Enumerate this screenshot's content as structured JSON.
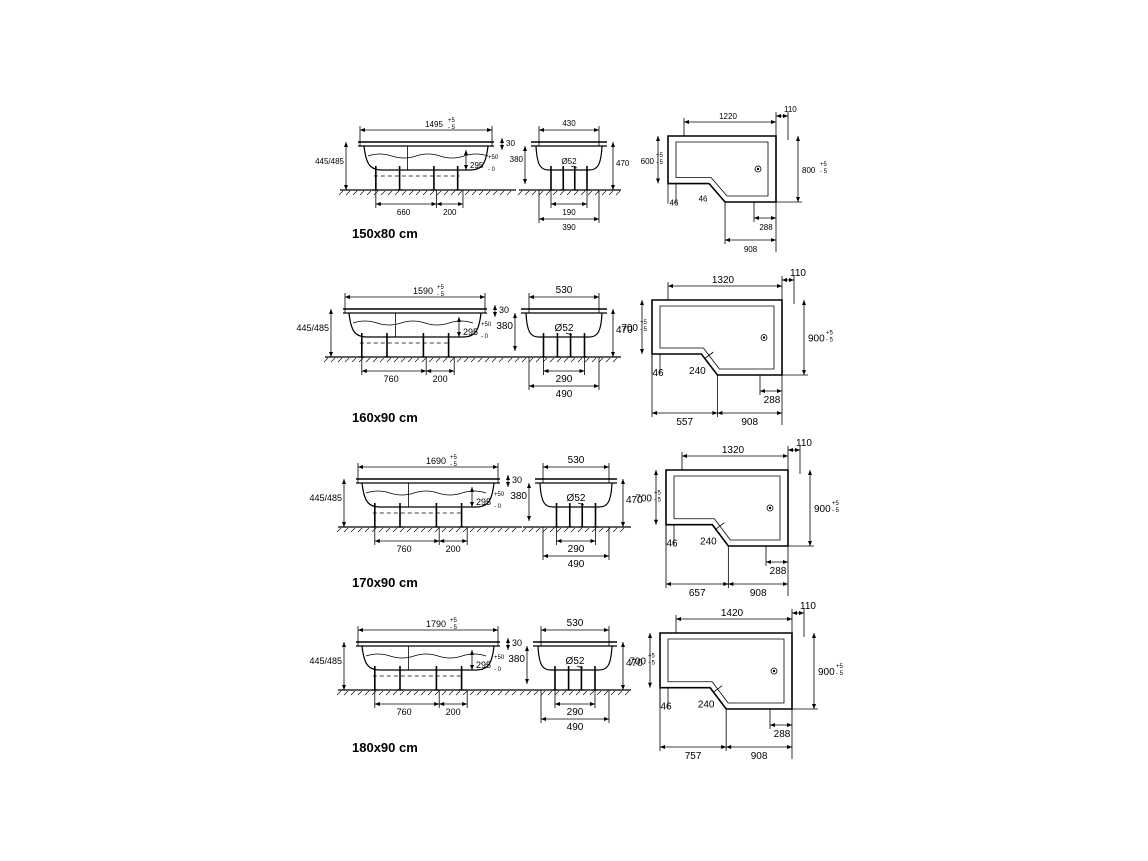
{
  "rows": [
    {
      "title": "150x80 cm",
      "side": {
        "length": "1495",
        "length_tol_top": "+5",
        "length_tol_bot": "- 5",
        "rim": "30",
        "height": "445/485",
        "adjust": "295",
        "adjust_tol_top": "+50",
        "adjust_tol_bot": "- 0",
        "leg_a": "660",
        "leg_b": "200"
      },
      "front": {
        "width": "430",
        "inner": "380",
        "outer": "470",
        "drain": "Ø52",
        "leg_w": "190",
        "base_w": "390"
      },
      "plan": {
        "top": "1220",
        "right_top": "110",
        "left": "600",
        "left_tol_top": "+5",
        "left_tol_bot": "- 5",
        "right": "800",
        "right_tol_top": "+5",
        "right_tol_bot": "- 5",
        "d46a": "46",
        "d46b": "46",
        "step": "",
        "d288": "288",
        "d_left": "",
        "d908": "908"
      }
    },
    {
      "title": "160x90 cm",
      "side": {
        "length": "1590",
        "length_tol_top": "+5",
        "length_tol_bot": "- 5",
        "rim": "30",
        "height": "445/485",
        "adjust": "295",
        "adjust_tol_top": "+50",
        "adjust_tol_bot": "- 0",
        "leg_a": "760",
        "leg_b": "200"
      },
      "front": {
        "width": "530",
        "inner": "380",
        "outer": "470",
        "drain": "Ø52",
        "leg_w": "290",
        "base_w": "490"
      },
      "plan": {
        "top": "1320",
        "right_top": "110",
        "left": "700",
        "left_tol_top": "+5",
        "left_tol_bot": "- 5",
        "right": "900",
        "right_tol_top": "+5",
        "right_tol_bot": "- 5",
        "d46a": "46",
        "d46b": "",
        "step": "240",
        "d288": "288",
        "d_left": "557",
        "d908": "908"
      }
    },
    {
      "title": "170x90 cm",
      "side": {
        "length": "1690",
        "length_tol_top": "+5",
        "length_tol_bot": "- 5",
        "rim": "30",
        "height": "445/485",
        "adjust": "295",
        "adjust_tol_top": "+50",
        "adjust_tol_bot": "- 0",
        "leg_a": "760",
        "leg_b": "200"
      },
      "front": {
        "width": "530",
        "inner": "380",
        "outer": "470",
        "drain": "Ø52",
        "leg_w": "290",
        "base_w": "490"
      },
      "plan": {
        "top": "1320",
        "right_top": "110",
        "left": "700",
        "left_tol_top": "+5",
        "left_tol_bot": "- 5",
        "right": "900",
        "right_tol_top": "+5",
        "right_tol_bot": "- 5",
        "d46a": "46",
        "d46b": "",
        "step": "240",
        "d288": "288",
        "d_left": "657",
        "d908": "908"
      }
    },
    {
      "title": "180x90 cm",
      "side": {
        "length": "1790",
        "length_tol_top": "+5",
        "length_tol_bot": "- 5",
        "rim": "30",
        "height": "445/485",
        "adjust": "295",
        "adjust_tol_top": "+50",
        "adjust_tol_bot": "- 0",
        "leg_a": "760",
        "leg_b": "200"
      },
      "front": {
        "width": "530",
        "inner": "380",
        "outer": "470",
        "drain": "Ø52",
        "leg_w": "290",
        "base_w": "490"
      },
      "plan": {
        "top": "1420",
        "right_top": "110",
        "left": "700",
        "left_tol_top": "+5",
        "left_tol_bot": "- 5",
        "right": "900",
        "right_tol_top": "+5",
        "right_tol_bot": "- 5",
        "d46a": "46",
        "d46b": "",
        "step": "240",
        "d288": "288",
        "d_left": "757",
        "d908": "908"
      }
    }
  ]
}
